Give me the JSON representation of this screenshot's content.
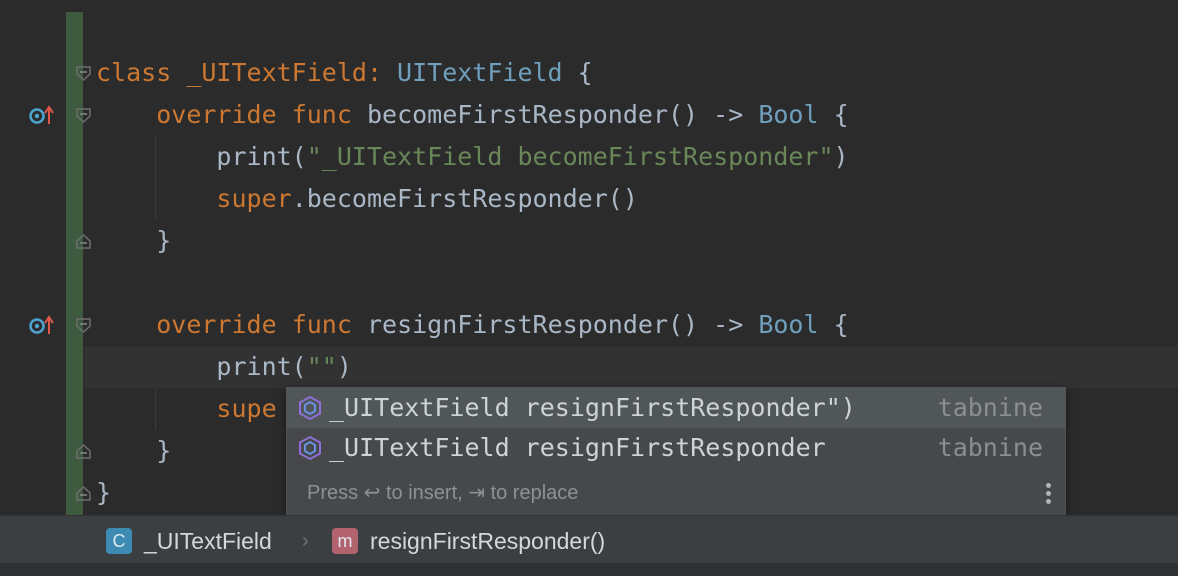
{
  "editor": {
    "lines": {
      "l1": {
        "kw": "class ",
        "name": "_UITextField",
        "colon": ": ",
        "type": "UITextField",
        "tail": " {"
      },
      "l2": {
        "indent": "    ",
        "kw1": "override",
        "sp": " ",
        "kw2": "func",
        "name": " becomeFirstResponder() -> ",
        "type": "Bool",
        "tail": " {"
      },
      "l3": {
        "indent": "        ",
        "fn": "print(",
        "str": "\"_UITextField becomeFirstResponder\"",
        "tail": ")"
      },
      "l4": {
        "indent": "        ",
        "kw": "super",
        "tail": ".becomeFirstResponder()"
      },
      "l5": {
        "text": "    }"
      },
      "l6": {
        "indent": "    ",
        "kw1": "override",
        "sp": " ",
        "kw2": "func",
        "name": " resignFirstResponder() -> ",
        "type": "Bool",
        "tail": " {"
      },
      "l7": {
        "indent": "        ",
        "fn": "print(",
        "str": "\"\"",
        "tail": ")"
      },
      "l8": {
        "indent": "        ",
        "kw": "supe"
      },
      "l9": {
        "text": "    }"
      },
      "l10": {
        "text": "}"
      }
    }
  },
  "autocomplete": {
    "items": [
      {
        "text": "_UITextField resignFirstResponder\")",
        "source": "tabnine"
      },
      {
        "text": "_UITextField resignFirstResponder",
        "source": "tabnine"
      }
    ],
    "hint": "Press ↩ to insert, ⇥ to replace"
  },
  "breadcrumb": {
    "class_icon_letter": "C",
    "class_name": "_UITextField",
    "separator": "›",
    "method_icon_letter": "m",
    "method_name": "resignFirstResponder()"
  },
  "colors": {
    "keyword": "#cc7832",
    "type": "#6f9fbd",
    "string": "#6a8759",
    "text": "#a9b7c6",
    "class_icon": "#3d8bb3",
    "method_icon": "#b3636e"
  }
}
